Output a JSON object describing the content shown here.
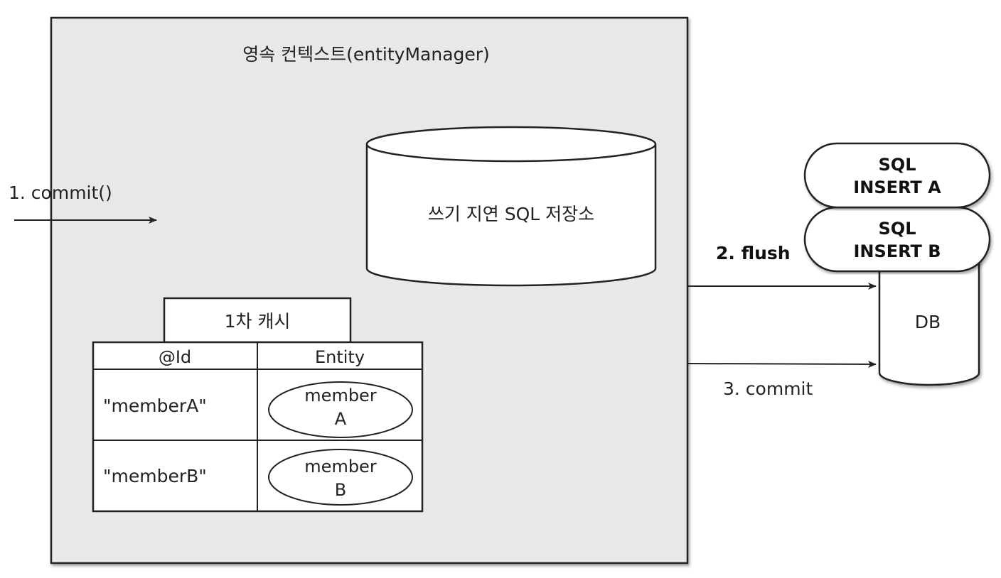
{
  "context": {
    "title": "영속 컨텍스트(entityManager)"
  },
  "write_store": {
    "label": "쓰기 지연 SQL 저장소"
  },
  "cache": {
    "title": "1차 캐시",
    "headers": [
      "@Id",
      "Entity"
    ],
    "rows": [
      {
        "id": "\"memberA\"",
        "entity_line1": "member",
        "entity_line2": "A"
      },
      {
        "id": "\"memberB\"",
        "entity_line1": "member",
        "entity_line2": "B"
      }
    ]
  },
  "steps": {
    "commit_call": "1. commit()",
    "flush": "2. flush",
    "commit": "3. commit"
  },
  "sql_queue": [
    {
      "line1": "SQL",
      "line2": "INSERT A"
    },
    {
      "line1": "SQL",
      "line2": "INSERT B"
    }
  ],
  "db": {
    "label": "DB"
  },
  "colors": {
    "context_bg": "#e8e8e8",
    "stroke": "#222222",
    "background": "#ffffff"
  }
}
